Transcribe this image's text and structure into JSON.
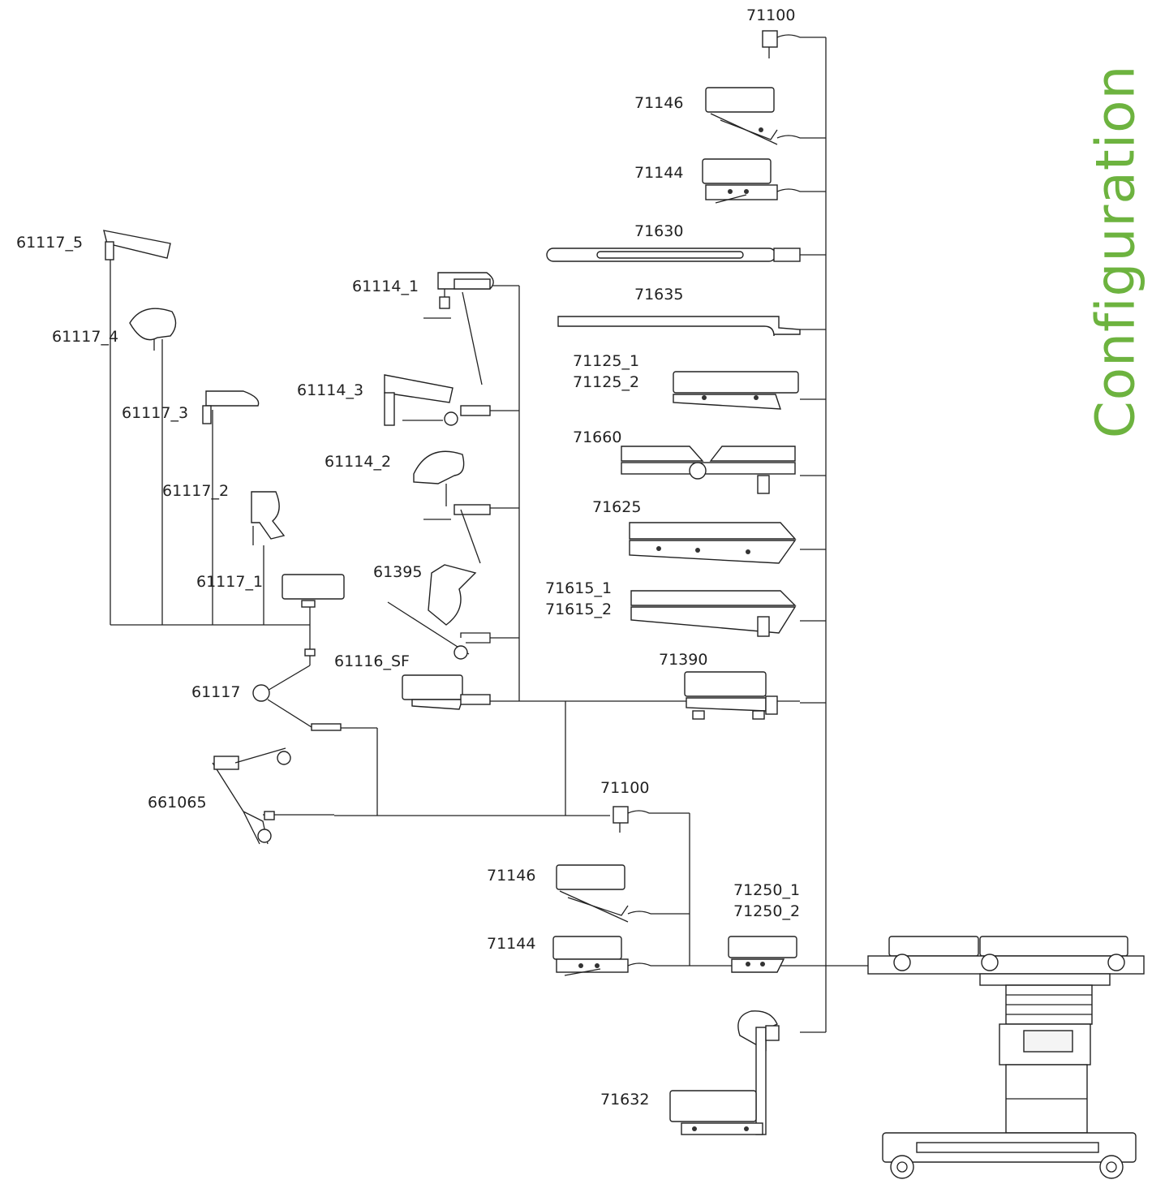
{
  "title": "Configuration",
  "colors": {
    "title": "#6db33f",
    "line": "#222222"
  },
  "labels": {
    "p71100_top": "71100",
    "p71146_top": "71146",
    "p71144_top": "71144",
    "p71630": "71630",
    "p71635": "71635",
    "p71125": [
      "71125_1",
      "71125_2"
    ],
    "p71660": "71660",
    "p71625": "71625",
    "p71615": [
      "71615_1",
      "71615_2"
    ],
    "p71390": "71390",
    "p61117_5": "61117_5",
    "p61117_4": "61117_4",
    "p61117_3": "61117_3",
    "p61117_2": "61117_2",
    "p61117_1": "61117_1",
    "p61117": "61117",
    "p661065": "661065",
    "p61114_1": "61114_1",
    "p61114_3": "61114_3",
    "p61114_2": "61114_2",
    "p61395": "61395",
    "p61116_SF": "61116_SF",
    "p71100_bottom": "71100",
    "p71146_bottom": "71146",
    "p71144_bottom": "71144",
    "p71250": [
      "71250_1",
      "71250_2"
    ],
    "p71632": "71632"
  }
}
